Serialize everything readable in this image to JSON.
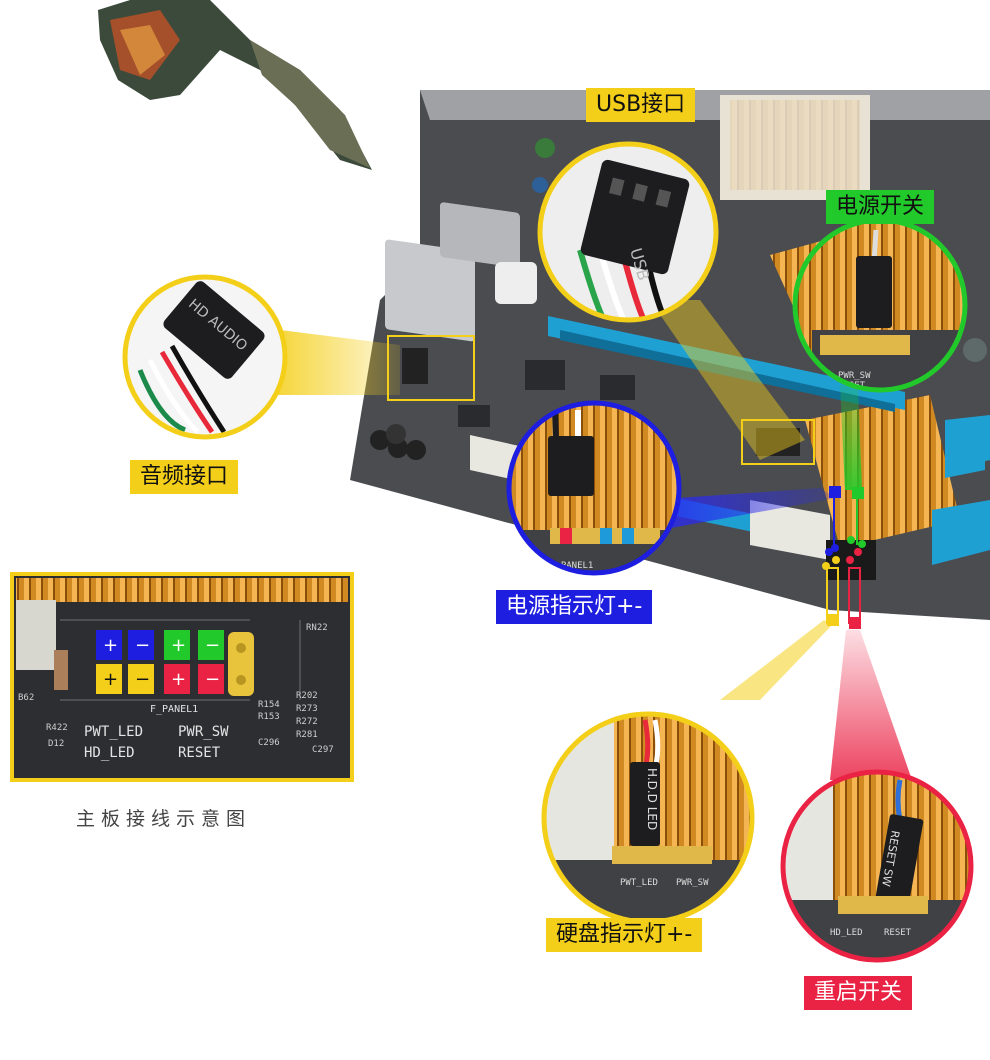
{
  "labels": {
    "usb": "USB接口",
    "power_switch": "电源开关",
    "audio": "音频接口",
    "power_led": "电源指示灯+-",
    "hdd_led": "硬盘指示灯+-",
    "reset": "重启开关"
  },
  "connectors": {
    "usb_text": "USB",
    "audio_text": "HD AUDIO",
    "hdd_led_text": "H.D.D LED",
    "reset_text": "RESET SW"
  },
  "diagram": {
    "caption": "主板接线示意图",
    "plus": "+",
    "minus": "−",
    "f_panel": "F_PANEL1",
    "pwt_led": "PWT_LED",
    "hd_led": "HD_LED",
    "pwr_sw": "PWR_SW",
    "reset": "RESET",
    "r422": "R422",
    "d12": "D12",
    "r154": "R154",
    "r153": "R153",
    "c296": "C296",
    "c297": "C297",
    "rn22": "RN22",
    "r202": "R202",
    "r273": "R273",
    "r272": "R272",
    "r281": "R281",
    "b62": "B62"
  },
  "colors": {
    "yellow": "#f4cf1a",
    "green": "#22c92a",
    "blue": "#1e1ee0",
    "red": "#ea2244",
    "board": "#4a4c50"
  }
}
